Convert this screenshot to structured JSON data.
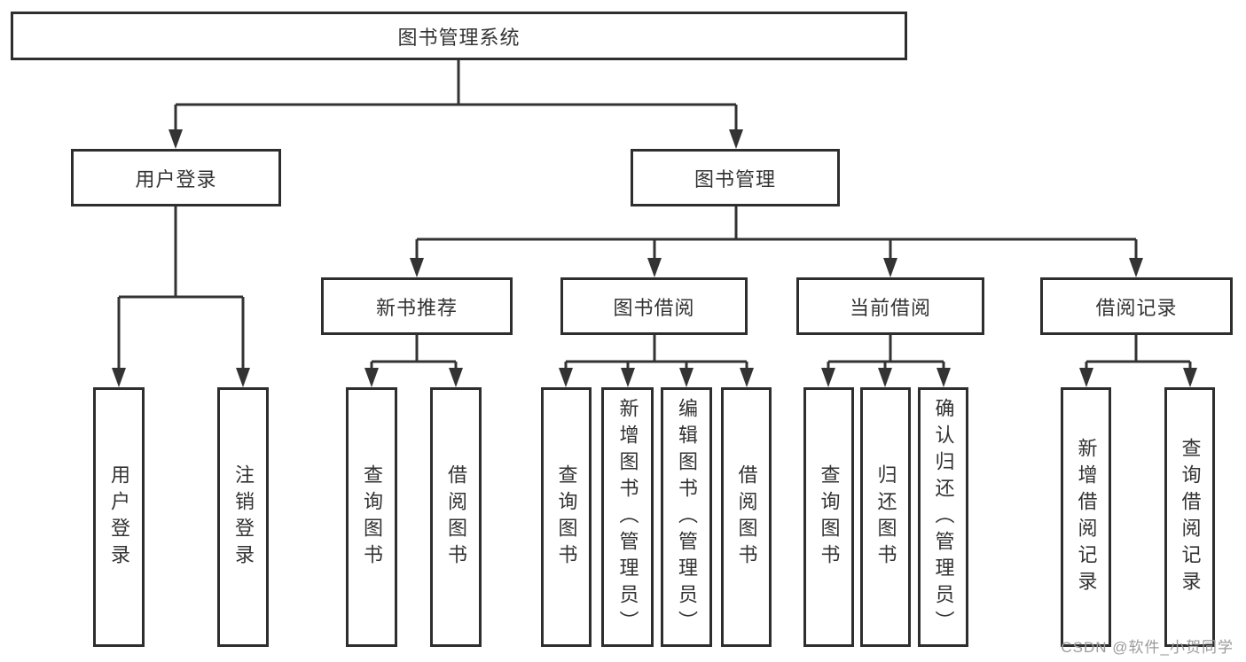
{
  "diagram": {
    "title": "图书管理系统",
    "branches": [
      {
        "label": "用户登录",
        "children": [
          {
            "label": "用户登录"
          },
          {
            "label": "注销登录"
          }
        ]
      },
      {
        "label": "图书管理",
        "children": [
          {
            "label": "新书推荐",
            "children": [
              {
                "label": "查询图书"
              },
              {
                "label": "借阅图书"
              }
            ]
          },
          {
            "label": "图书借阅",
            "children": [
              {
                "label": "查询图书"
              },
              {
                "label": "新增图书（管理员）"
              },
              {
                "label": "编辑图书（管理员）"
              },
              {
                "label": "借阅图书"
              }
            ]
          },
          {
            "label": "当前借阅",
            "children": [
              {
                "label": "查询图书"
              },
              {
                "label": "归还图书"
              },
              {
                "label": "确认归还（管理员）"
              }
            ]
          },
          {
            "label": "借阅记录",
            "children": [
              {
                "label": "新增借阅记录"
              },
              {
                "label": "查询借阅记录"
              }
            ]
          }
        ]
      }
    ]
  },
  "watermark": {
    "text": "CSDN @软件_小贺同学"
  },
  "colors": {
    "line": "#333333",
    "border": "#2e2e2e",
    "text": "#333333",
    "watermark": "#9b9b9b",
    "background": "#ffffff"
  }
}
